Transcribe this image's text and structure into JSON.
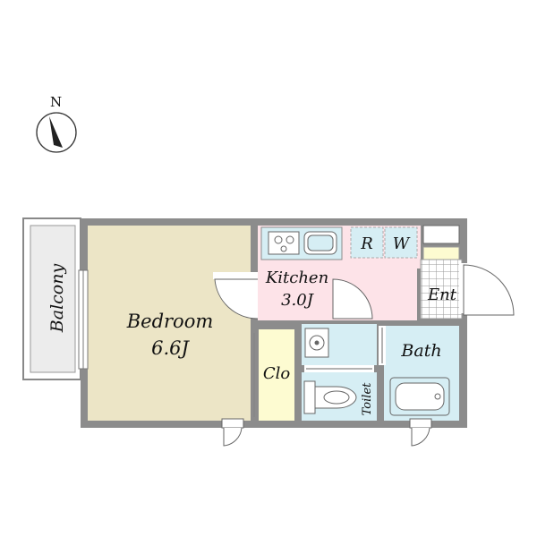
{
  "compass": {
    "north_label": "N"
  },
  "rooms": {
    "balcony": {
      "label": "Balcony"
    },
    "bedroom": {
      "label": "Bedroom",
      "size": "6.6J"
    },
    "kitchen": {
      "label": "Kitchen",
      "size": "3.0J"
    },
    "closet": {
      "label": "Clo"
    },
    "bath": {
      "label": "Bath"
    },
    "toilet": {
      "label": "Toilet"
    },
    "entrance": {
      "label": "Ent"
    },
    "fridge": {
      "label": "R"
    },
    "washer": {
      "label": "W"
    }
  },
  "colors": {
    "wall": "#8c8c8c",
    "bedroom": "#ece5c6",
    "kitchen": "#fde3e8",
    "closet": "#fdfbd1",
    "wet_area": "#d6eef4",
    "balcony": "#ececec"
  }
}
